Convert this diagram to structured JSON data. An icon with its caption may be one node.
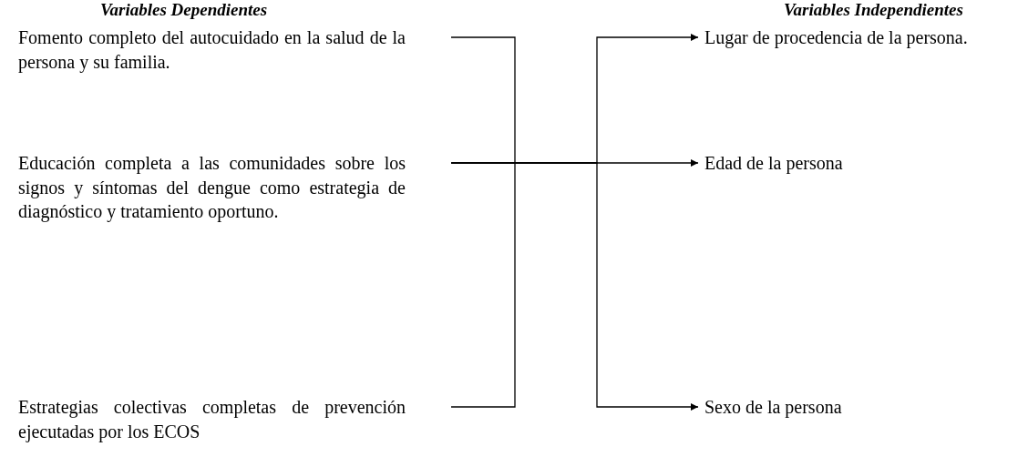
{
  "diagram": {
    "nodes": [
      {
        "text": [
          "Fomento completo del autocuidado en la salud de la persona y su familia."
        ]
      },
      {
        "text": [
          "Educación completa a las comunidades sobre los signos y síntomas del dengue como estrategia de diagnóstico y tratamiento oportuno."
        ]
      },
      {
        "text": [
          "Estrategias colectivas completas de prevención ejecutadas por los ECOS"
        ]
      },
      {
        "text": [
          "Lugar de procedencia de la persona."
        ]
      },
      {
        "text": [
          "Edad de la persona"
        ]
      },
      {
        "text": [
          "Sexo de la persona"
        ]
      }
    ],
    "edges": [
      {
        "from": 0,
        "to": 2,
        "arrow": "none"
      },
      {
        "from": 1,
        "to": 4,
        "arrow": "to"
      },
      {
        "from": 1,
        "to": 3,
        "arrow": "to"
      },
      {
        "from": 1,
        "to": 5,
        "arrow": "to"
      }
    ],
    "labels": [
      "Variables Dependientes",
      "Variables Independientes"
    ]
  }
}
